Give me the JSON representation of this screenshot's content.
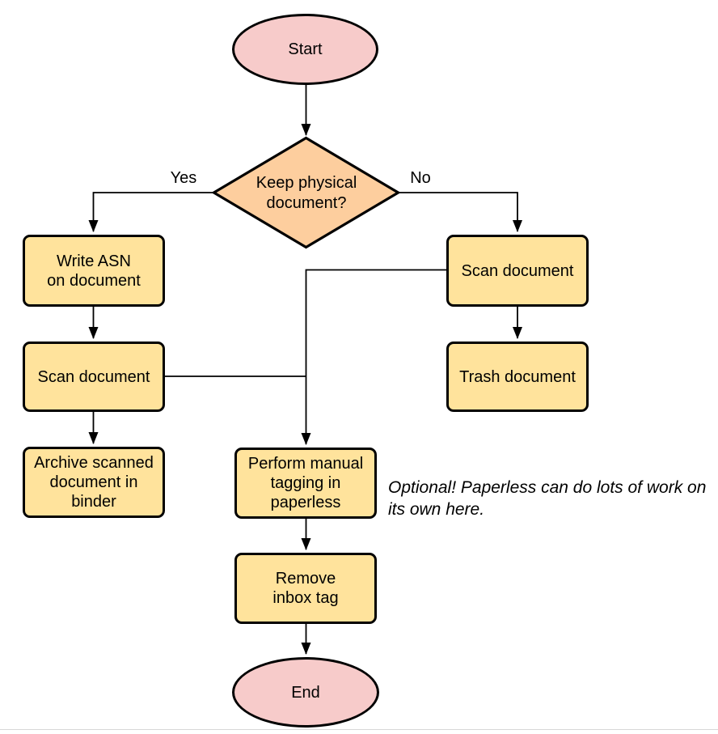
{
  "diagram": {
    "type": "flowchart",
    "colors": {
      "terminal_fill": "#f7cbca",
      "decision_fill": "#fdce9e",
      "process_fill": "#ffe39c",
      "stroke": "#000000"
    },
    "nodes": {
      "start": {
        "label": "Start",
        "shape": "ellipse"
      },
      "decision": {
        "label": "Keep physical\ndocument?",
        "shape": "diamond"
      },
      "write_asn": {
        "label": "Write ASN\non document",
        "shape": "rect"
      },
      "scan_left": {
        "label": "Scan document",
        "shape": "rect"
      },
      "archive": {
        "label": "Archive scanned\ndocument in\nbinder",
        "shape": "rect"
      },
      "scan_right": {
        "label": "Scan document",
        "shape": "rect"
      },
      "trash": {
        "label": "Trash document",
        "shape": "rect"
      },
      "tagging": {
        "label": "Perform manual\ntagging in\npaperless",
        "shape": "rect"
      },
      "remove_tag": {
        "label": "Remove\ninbox tag",
        "shape": "rect"
      },
      "end": {
        "label": "End",
        "shape": "ellipse"
      }
    },
    "edge_labels": {
      "yes": "Yes",
      "no": "No"
    },
    "edges": [
      {
        "from": "start",
        "to": "decision",
        "label": ""
      },
      {
        "from": "decision",
        "to": "write_asn",
        "label": "Yes"
      },
      {
        "from": "decision",
        "to": "scan_right",
        "label": "No"
      },
      {
        "from": "write_asn",
        "to": "scan_left",
        "label": ""
      },
      {
        "from": "scan_left",
        "to": "archive",
        "label": ""
      },
      {
        "from": "scan_right",
        "to": "trash",
        "label": ""
      },
      {
        "from": "scan_left",
        "to": "tagging",
        "label": ""
      },
      {
        "from": "scan_right",
        "to": "tagging",
        "label": ""
      },
      {
        "from": "tagging",
        "to": "remove_tag",
        "label": ""
      },
      {
        "from": "remove_tag",
        "to": "end",
        "label": ""
      }
    ],
    "annotation": "Optional! Paperless can do lots of work on\nits own here."
  }
}
